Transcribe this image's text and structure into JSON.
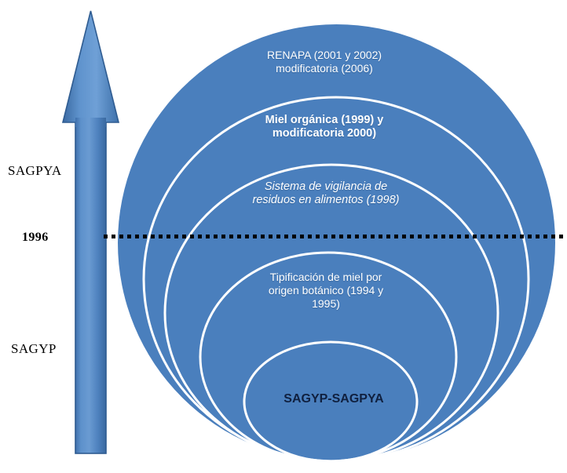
{
  "diagram": {
    "title": "Evolucion normativa apicola SAGYP-SAGPYA",
    "type": "nested-ellipses-timeline",
    "background_color": "#ffffff",
    "fill_color": "#4a7fbd",
    "ring_outline_color": "#ffffff",
    "arrow_color": "#4a7fbd",
    "arrow_outline_color": "#2f5c91",
    "divider_color": "#000000"
  },
  "axis": {
    "arrow_direction": "up",
    "labels": [
      {
        "id": "sagpya",
        "text": "SAGPYA"
      },
      {
        "id": "year",
        "text": "1996"
      },
      {
        "id": "sagyp",
        "text": "SAGYP"
      }
    ]
  },
  "rings": [
    {
      "level": 1,
      "label": "RENAPA (2001 y 2002)\nmodificatoria  (2006)",
      "style": "normal",
      "text_color": "#ffffff"
    },
    {
      "level": 2,
      "label": "Miel orgánica (1999) y\nmodificatoria 2000)",
      "style": "bold",
      "text_color": "#ffffff"
    },
    {
      "level": 3,
      "label": "Sistema de vigilancia  de\nresiduos en alimentos (1998)",
      "style": "italic",
      "text_color": "#ffffff"
    },
    {
      "level": 4,
      "label": "Tipificación de miel por\norigen botánico (1994 y\n1995)",
      "style": "normal",
      "text_color": "#ffffff"
    },
    {
      "level": 5,
      "label": "SAGYP-SAGPYA",
      "style": "bold",
      "text_color": "#10203f"
    }
  ]
}
